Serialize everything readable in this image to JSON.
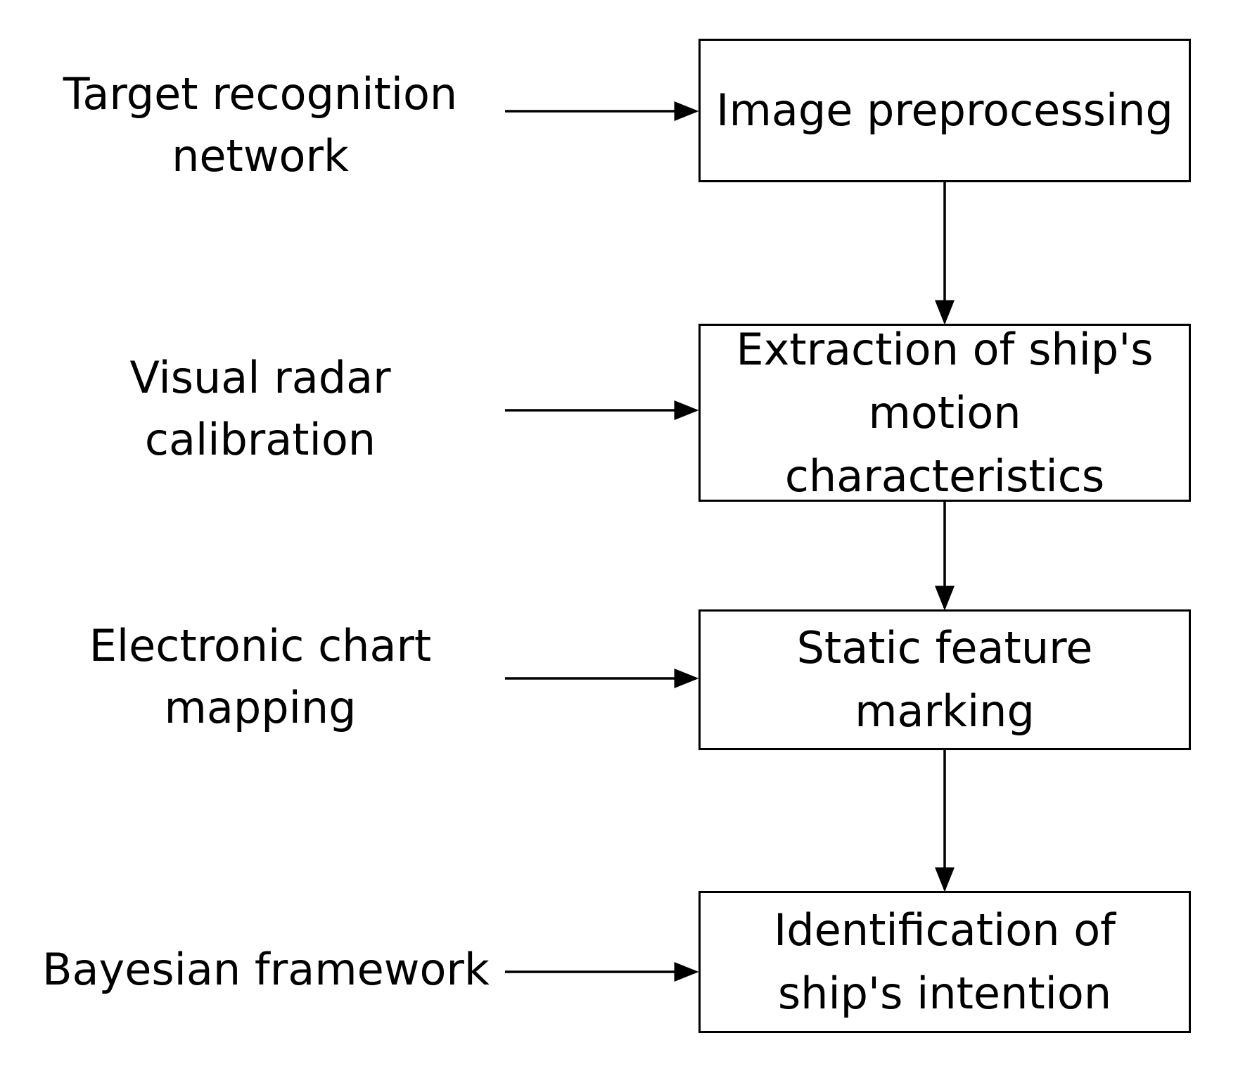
{
  "inputs": [
    {
      "id": "target-recognition",
      "label": "Target recognition\nnetwork"
    },
    {
      "id": "visual-radar",
      "label": "Visual radar\ncalibration"
    },
    {
      "id": "electronic-chart",
      "label": "Electronic chart\nmapping"
    },
    {
      "id": "bayesian",
      "label": "Bayesian framework"
    }
  ],
  "steps": [
    {
      "id": "image-preprocessing",
      "label": "Image preprocessing"
    },
    {
      "id": "motion-extraction",
      "label": "Extraction of ship's\nmotion\ncharacteristics"
    },
    {
      "id": "static-feature",
      "label": "Static feature\nmarking"
    },
    {
      "id": "intention",
      "label": "Identification of\nship's intention"
    }
  ],
  "colors": {
    "line": "#000000",
    "background": "#ffffff"
  }
}
